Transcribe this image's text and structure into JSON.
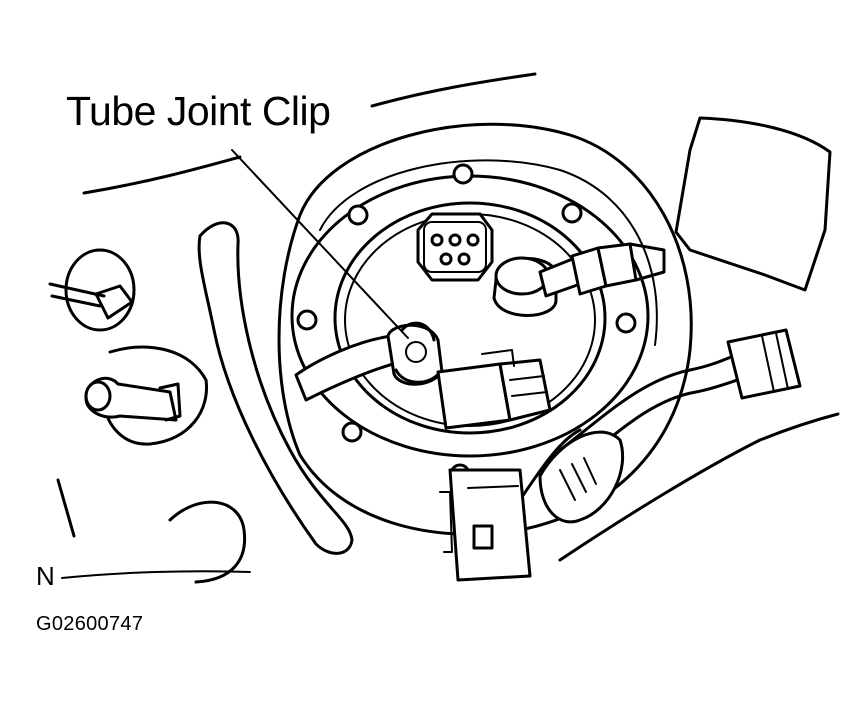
{
  "labels": {
    "tube_joint_clip": "Tube Joint Clip",
    "direction": "N",
    "figure_code": "G02600747"
  },
  "colors": {
    "line": "#000000",
    "background": "#ffffff"
  }
}
